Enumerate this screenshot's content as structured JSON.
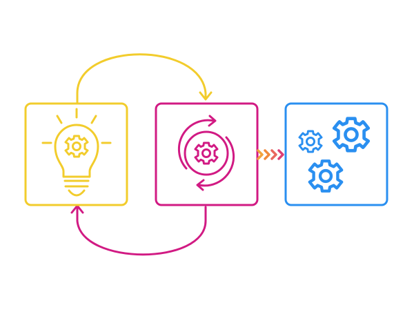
{
  "diagram": {
    "colors": {
      "yellow": "#f2cc2c",
      "magenta": "#d11a83",
      "blue": "#2a8ff0",
      "chevron_orange": "#f08a3c",
      "background": "#ffffff"
    },
    "nodes": [
      {
        "id": "idea",
        "icon": "lightbulb-gear-icon",
        "color": "yellow"
      },
      {
        "id": "process",
        "icon": "refresh-gear-icon",
        "color": "magenta"
      },
      {
        "id": "result",
        "icon": "gears-icon",
        "color": "blue"
      }
    ],
    "connectors": [
      {
        "from": "idea",
        "to": "process",
        "style": "curved-arrow",
        "color": "yellow"
      },
      {
        "from": "process",
        "to": "idea",
        "style": "curved-arrow",
        "color": "magenta"
      },
      {
        "from": "process",
        "to": "result",
        "style": "chevron-arrows",
        "count": 4
      }
    ]
  }
}
